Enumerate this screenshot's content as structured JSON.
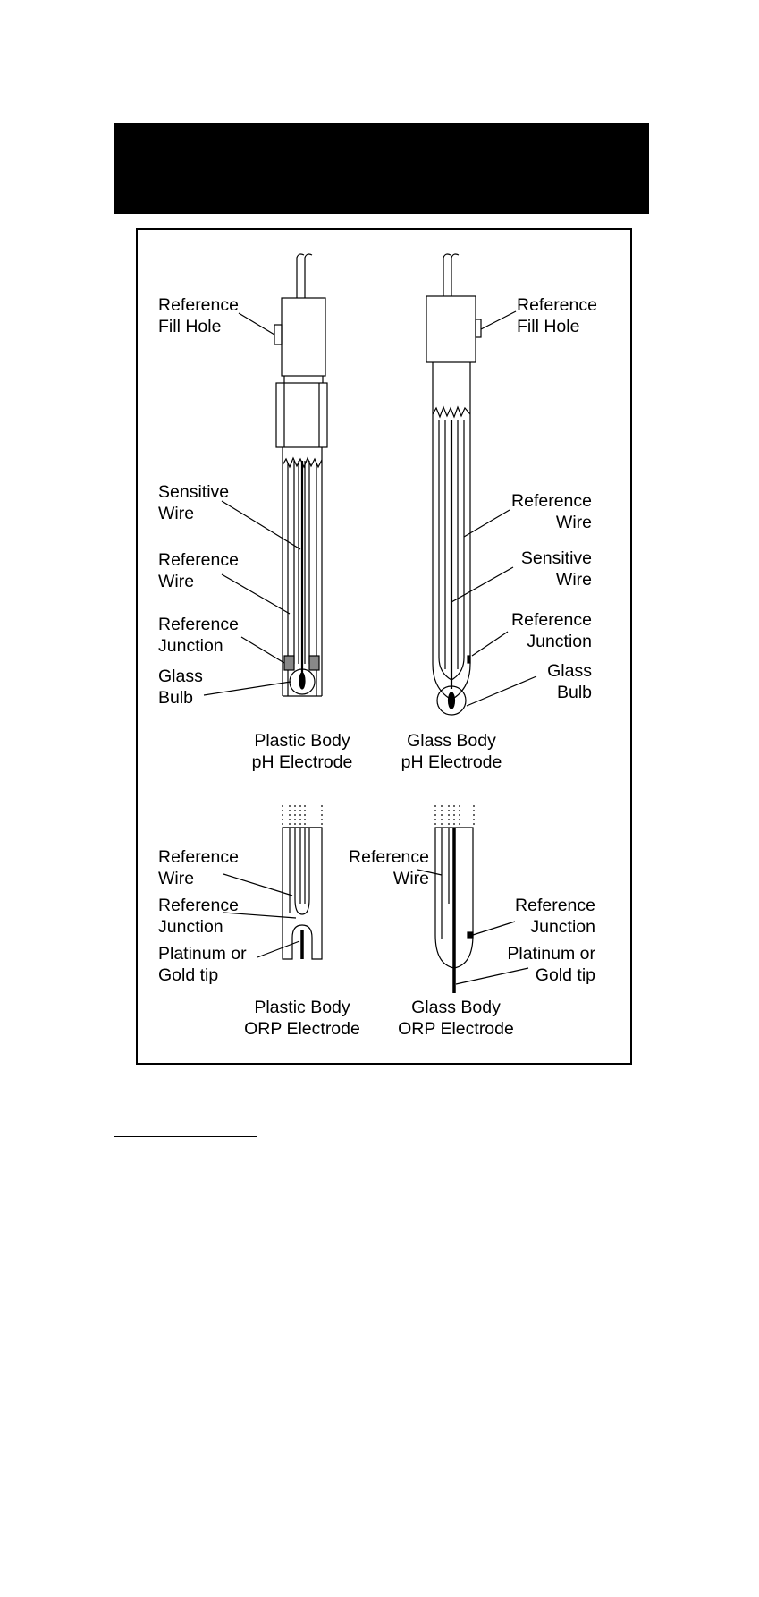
{
  "labels": {
    "ph_plastic": {
      "fill_hole": "Reference\nFill Hole",
      "sensitive_wire": "Sensitive\nWire",
      "reference_wire": "Reference\nWire",
      "reference_junction": "Reference\nJunction",
      "glass_bulb": "Glass\nBulb",
      "caption": "Plastic Body\npH Electrode"
    },
    "ph_glass": {
      "fill_hole": "Reference\nFill Hole",
      "reference_wire": "Reference\nWire",
      "sensitive_wire": "Sensitive\nWire",
      "reference_junction": "Reference\nJunction",
      "glass_bulb": "Glass\nBulb",
      "caption": "Glass Body\npH Electrode"
    },
    "orp_plastic": {
      "reference_wire": "Reference\nWire",
      "reference_junction": "Reference\nJunction",
      "tip": "Platinum or\nGold tip",
      "caption": "Plastic Body\nORP Electrode"
    },
    "orp_glass": {
      "reference_wire": "Reference\nWire",
      "reference_junction": "Reference\nJunction",
      "tip": "Platinum or\nGold tip",
      "caption": "Glass Body\nORP Electrode"
    }
  },
  "colors": {
    "ink": "#000000",
    "junction_fill": "#888888",
    "background": "#ffffff"
  }
}
